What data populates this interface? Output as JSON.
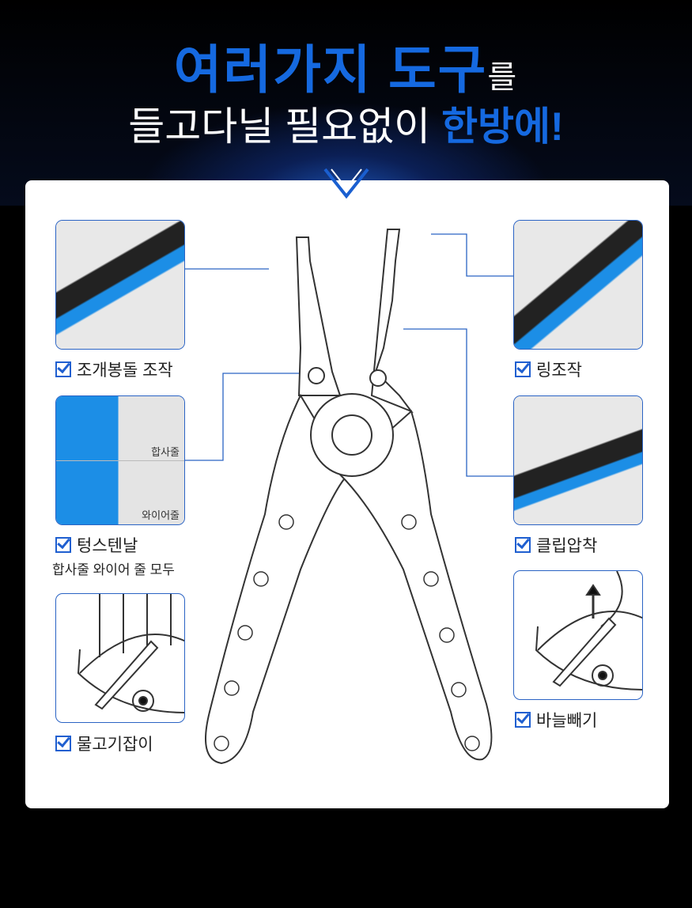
{
  "headline": {
    "line1_blue": "여러가지 도구",
    "line1_white": "를",
    "line2_white": "들고다닐 필요없이 ",
    "line2_blue": "한방에!"
  },
  "features_left": [
    {
      "label": "조개봉돌 조작"
    },
    {
      "label": "텅스텐날",
      "sub": "합사줄 와이어 줄 모두",
      "captions": [
        "합사줄",
        "와이어줄"
      ]
    },
    {
      "label": "물고기잡이"
    }
  ],
  "features_right": [
    {
      "label": "링조작"
    },
    {
      "label": "클립압착"
    },
    {
      "label": "바늘빼기"
    }
  ],
  "colors": {
    "accent": "#1569e0",
    "line": "#2a63c4"
  }
}
